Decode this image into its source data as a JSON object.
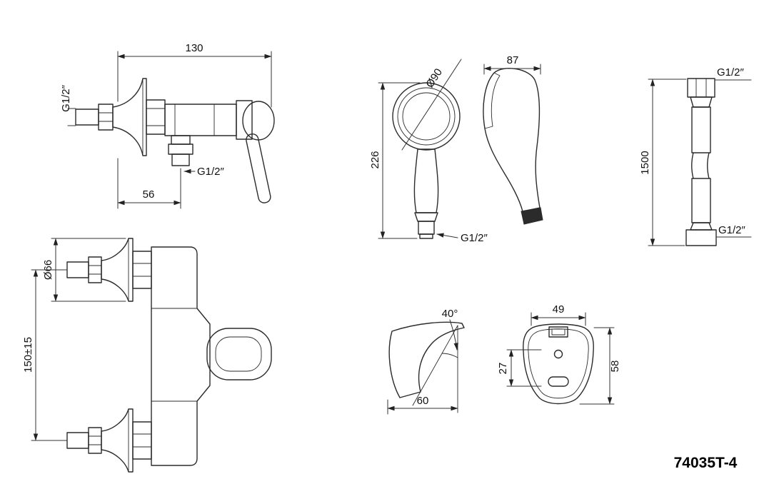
{
  "model_label": "74035T-4",
  "mixer_side": {
    "dim_width": "130",
    "inlet_thread": "G1/2″",
    "outlet_thread": "G1/2″",
    "dim_outlet": "56"
  },
  "mixer_front": {
    "dim_flange": "Ø66",
    "dim_centers": "150±15"
  },
  "handset": {
    "dim_head": "Ø90",
    "dim_height": "226",
    "thread": "G1/2″",
    "dim_side_width": "87"
  },
  "hose": {
    "thread_top": "G1/2″",
    "dim_length": "1500",
    "thread_bottom": "G1/2″"
  },
  "bracket": {
    "angle": "40°",
    "dim_depth": "60",
    "dim_width": "49",
    "dim_inner": "27",
    "dim_height": "58"
  }
}
